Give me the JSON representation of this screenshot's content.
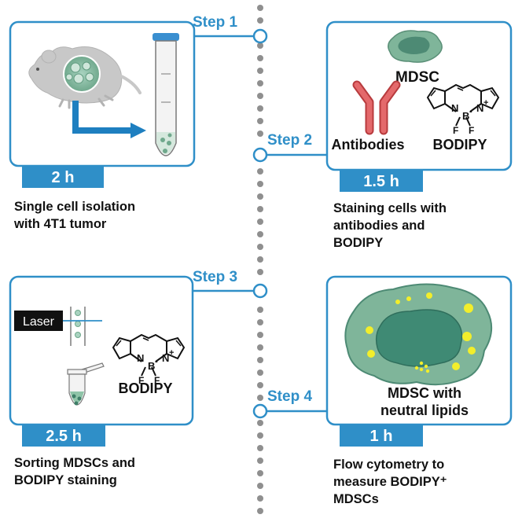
{
  "colors": {
    "accent": "#2f8fc8",
    "timeline_dot": "#8f8f8f",
    "cell_green": "#6fa88c",
    "cell_dark": "#3f7f68",
    "lipid_yellow": "#f2ee2b",
    "antibody_red": "#e4696b",
    "mouse_gray": "#c8c8c8"
  },
  "steps": [
    {
      "label": "Step 1",
      "duration": "2 h",
      "description_lines": [
        "Single cell isolation",
        "with 4T1 tumor"
      ],
      "icons": [
        "mouse-icon",
        "tumor-icon",
        "arrow-icon",
        "tube-icon"
      ]
    },
    {
      "label": "Step 2",
      "duration": "1.5 h",
      "description_lines": [
        "Staining cells with",
        "antibodies and",
        "BODIPY"
      ],
      "texts": {
        "mdsc": "MDSC",
        "antibodies": "Antibodies",
        "bodipy": "BODIPY",
        "atom_n1": "N",
        "atom_n2": "N",
        "atom_b": "B",
        "atom_f1": "F",
        "atom_f2": "F",
        "charge_minus": "-",
        "charge_plus": "+"
      },
      "icons": [
        "mdsc-cell-icon",
        "antibody-icon",
        "bodipy-structure-icon"
      ]
    },
    {
      "label": "Step 3",
      "duration": "2.5 h",
      "description_lines": [
        "Sorting MDSCs and",
        "BODIPY staining"
      ],
      "texts": {
        "laser": "Laser",
        "bodipy": "BODIPY",
        "atom_n1": "N",
        "atom_n2": "N",
        "atom_b": "B",
        "atom_f1": "F",
        "atom_f2": "F",
        "charge_minus": "-",
        "charge_plus": "+"
      },
      "icons": [
        "sorter-icon",
        "eppendorf-tube-icon",
        "bodipy-structure-icon"
      ]
    },
    {
      "label": "Step 4",
      "duration": "1 h",
      "description_lines": [
        "Flow cytometry to",
        "measure BODIPY⁺",
        "MDSCs"
      ],
      "texts": {
        "caption_line1": "MDSC with",
        "caption_line2": "neutral lipids"
      },
      "icons": [
        "lipid-laden-mdsc-icon"
      ]
    }
  ]
}
